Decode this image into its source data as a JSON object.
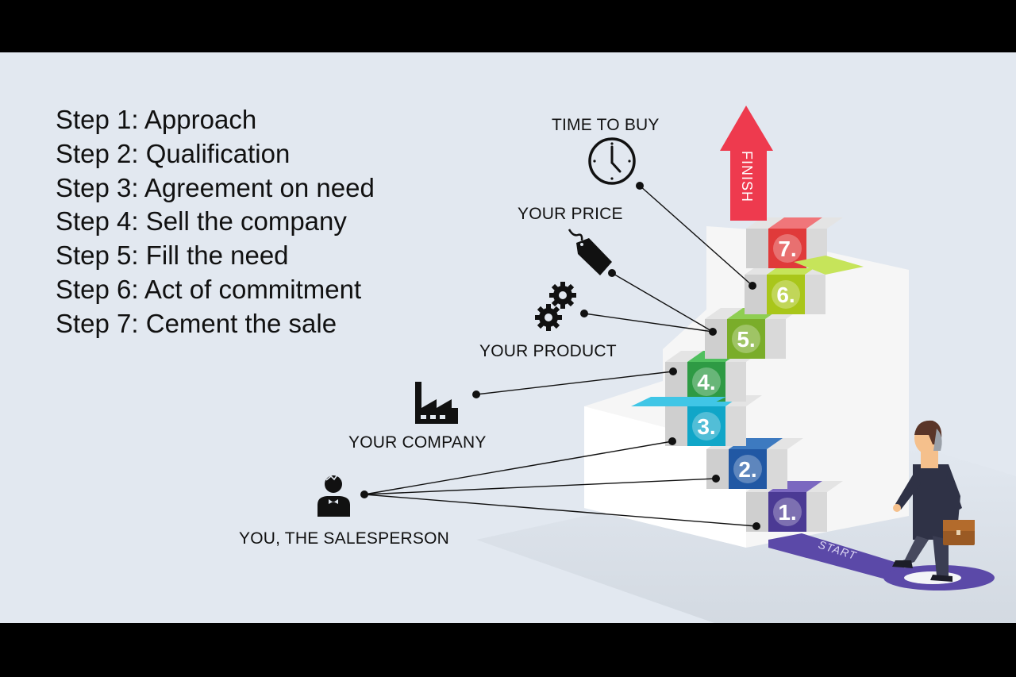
{
  "steps": [
    "Step 1: Approach",
    "Step 2: Qualification",
    "Step 3: Agreement on need",
    "Step 4: Sell the company",
    "Step 5: Fill the need",
    "Step 6: Act of commitment",
    "Step 7: Cement the sale"
  ],
  "labels": {
    "time_to_buy": "TIME TO BUY",
    "your_price": "YOUR PRICE",
    "your_product": "YOUR PRODUCT",
    "your_company": "YOUR COMPANY",
    "salesperson": "YOU, THE SALESPERSON"
  },
  "stairs": {
    "numbers": [
      "1.",
      "2.",
      "3.",
      "4.",
      "5.",
      "6.",
      "7."
    ],
    "colors": [
      "#4b3a94",
      "#2158a4",
      "#10a6c8",
      "#2e9a44",
      "#7aad2a",
      "#a9c61a",
      "#e03a3a"
    ],
    "tops": [
      "#7b68c0",
      "#3d7ac0",
      "#40c6e6",
      "#4fbf5e",
      "#8fce52",
      "#c6e45a",
      "#f0767a"
    ],
    "start_text": "START",
    "finish_text": "FINISH",
    "finish_color": "#ee3a4e"
  },
  "icons": [
    "clock-icon",
    "price-tag-icon",
    "gears-icon",
    "factory-icon",
    "salesperson-icon"
  ]
}
